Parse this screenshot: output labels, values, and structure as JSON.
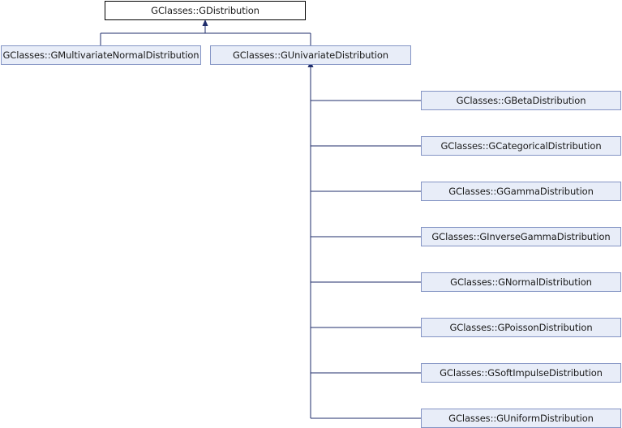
{
  "diagram": {
    "line_color": "#1f2d6b",
    "root": {
      "label": "GClasses::GDistribution"
    },
    "level1": [
      {
        "label": "GClasses::GMultivariateNormalDistribution"
      },
      {
        "label": "GClasses::GUnivariateDistribution"
      }
    ],
    "level2": [
      {
        "label": "GClasses::GBetaDistribution"
      },
      {
        "label": "GClasses::GCategoricalDistribution"
      },
      {
        "label": "GClasses::GGammaDistribution"
      },
      {
        "label": "GClasses::GInverseGammaDistribution"
      },
      {
        "label": "GClasses::GNormalDistribution"
      },
      {
        "label": "GClasses::GPoissonDistribution"
      },
      {
        "label": "GClasses::GSoftImpulseDistribution"
      },
      {
        "label": "GClasses::GUniformDistribution"
      }
    ]
  }
}
